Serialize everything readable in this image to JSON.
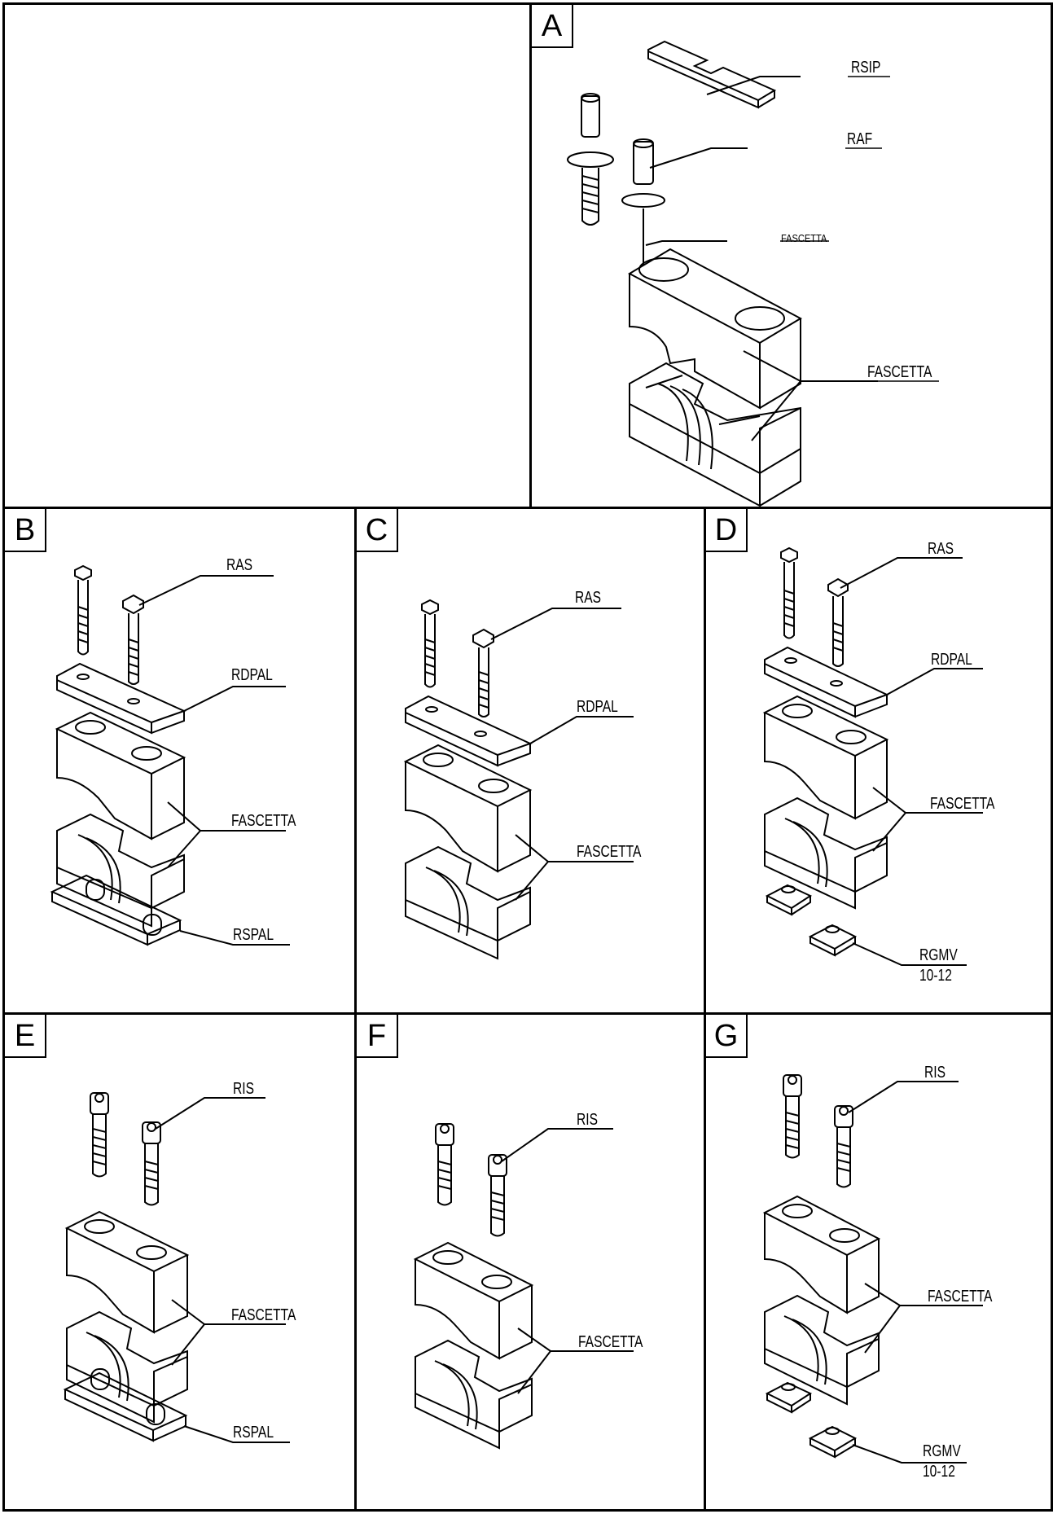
{
  "panels": [
    {
      "letter": "A",
      "labels": [
        "RSIP",
        "RAF",
        "FASCETTA",
        "FASCETTA"
      ]
    },
    {
      "letter": "B",
      "labels": [
        "RAS",
        "RDPAL",
        "FASCETTA",
        "RSPAL"
      ]
    },
    {
      "letter": "C",
      "labels": [
        "RAS",
        "RDPAL",
        "FASCETTA"
      ]
    },
    {
      "letter": "D",
      "labels": [
        "RAS",
        "RDPAL",
        "FASCETTA",
        "RGMV",
        "10-12"
      ]
    },
    {
      "letter": "E",
      "labels": [
        "RIS",
        "FASCETTA",
        "RSPAL"
      ]
    },
    {
      "letter": "F",
      "labels": [
        "RIS",
        "FASCETTA"
      ]
    },
    {
      "letter": "G",
      "labels": [
        "RIS",
        "FASCETTA",
        "RGMV",
        "10-12"
      ]
    }
  ]
}
